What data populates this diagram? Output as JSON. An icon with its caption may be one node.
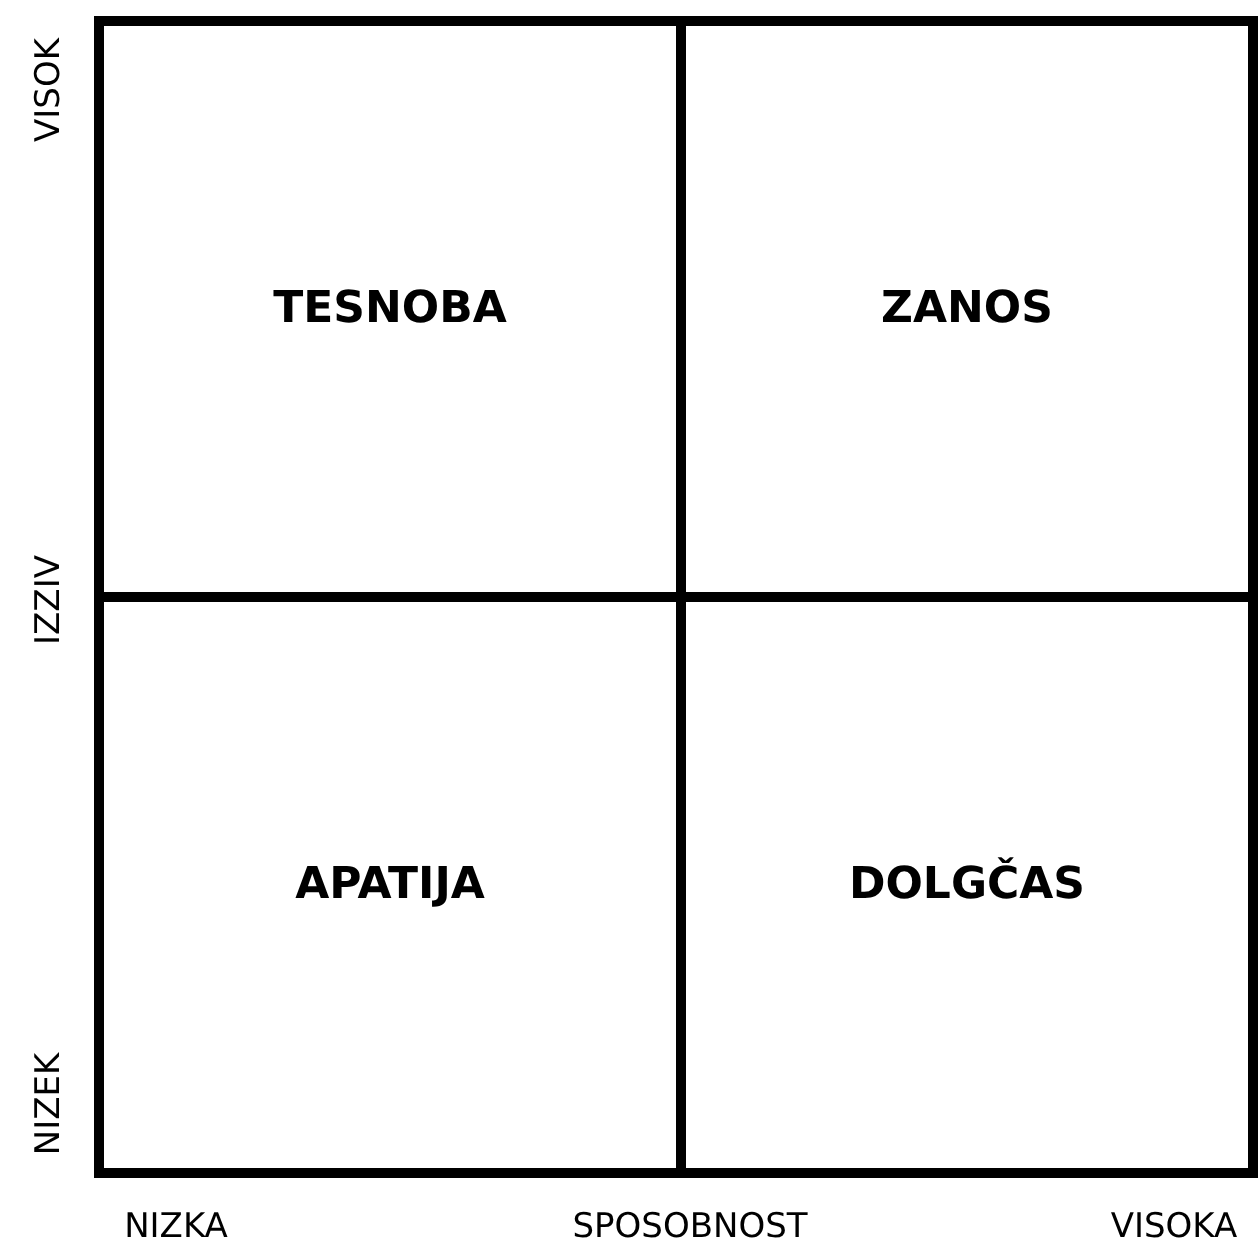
{
  "diagram": {
    "nodes": [
      {
        "text": [
          "TESNOBA"
        ]
      },
      {
        "text": [
          "ZANOS"
        ]
      },
      {
        "text": [
          "APATIJA"
        ]
      },
      {
        "text": [
          "DOLGČAS"
        ]
      }
    ],
    "labels": [
      "VISOK",
      "IZZIV",
      "NIZEK",
      "NIZKA",
      "SPOSOBNOST",
      "VISOKA"
    ]
  }
}
